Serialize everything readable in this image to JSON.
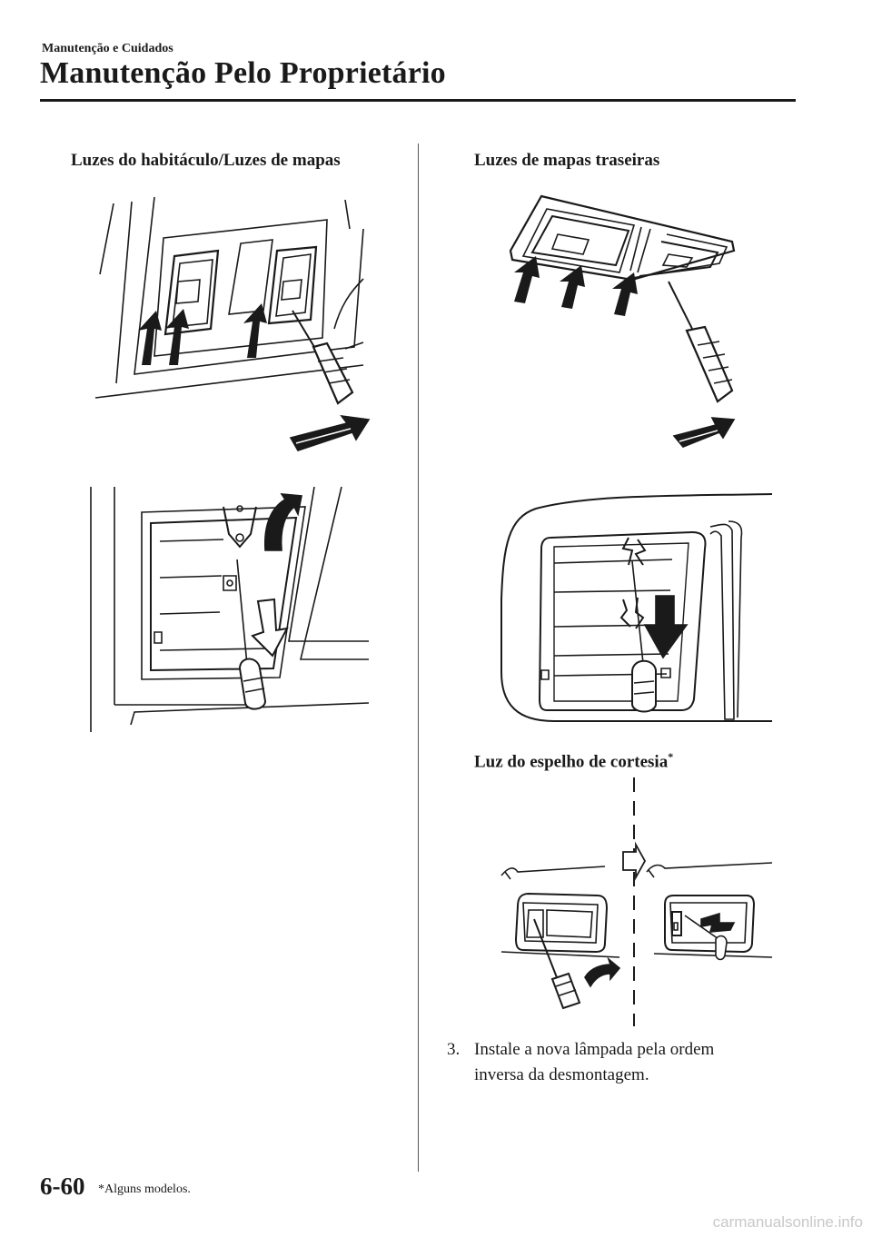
{
  "header": {
    "section": "Manutenção e Cuidados",
    "title": "Manutenção Pelo Proprietário"
  },
  "figures": {
    "interior_map_lights": {
      "label": "Luzes do habitáculo/Luzes de mapas"
    },
    "rear_map_lights": {
      "label": "Luzes de mapas traseiras"
    },
    "vanity_mirror_light": {
      "label": "Luz do espelho de cortesia",
      "marker": "*"
    }
  },
  "steps": [
    {
      "number": "3.",
      "line1": "Instale a nova lâmpada pela ordem",
      "line2": "inversa da desmontagem."
    }
  ],
  "footer": {
    "page_number": "6-60",
    "footnote": "*Alguns modelos.",
    "watermark": "carmanualsonline.info"
  }
}
